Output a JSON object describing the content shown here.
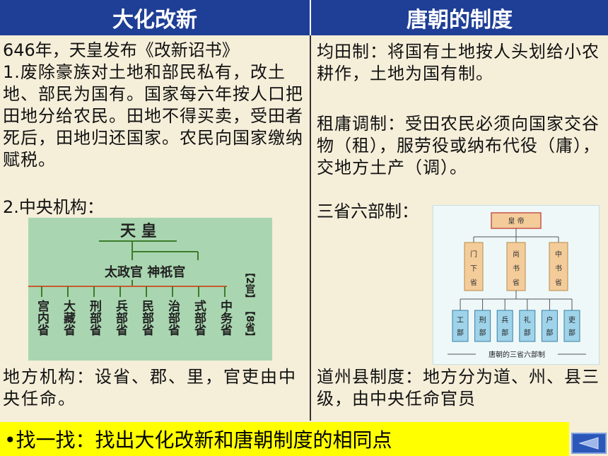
{
  "headers": {
    "left": "大化改新",
    "right": "唐朝的制度"
  },
  "left": {
    "intro": "646年，天皇发布《改新诏书》",
    "item1": "1.废除豪族对土地和部民私有，改土地、部民为国有。国家每六年按人口把田地分给农民。田地不得买卖，受田者死后，田地归还国家。农民向国家缴纳赋税。",
    "item2_title": "2.中央机构：",
    "local": "地方机构：设省、郡、里，官吏由中央任命。",
    "diagram": {
      "top": "天  皇",
      "middle": "太政官  神祇官",
      "side_top": "【2官】",
      "side_bottom": "【8省】",
      "ministries": [
        "宫内省",
        "大藏省",
        "刑部省",
        "兵部省",
        "民部省",
        "治部省",
        "式部省",
        "中务省"
      ]
    }
  },
  "right": {
    "juntian": "均田制：将国有土地按人头划给小农耕作，土地为国有制。",
    "zuyong": "租庸调制：受田农民必须向国家交谷物（租），服劳役或纳布代役（庸），交地方土产（调）。",
    "sansheng": "三省六部制：",
    "daozhou": "道州县制度：地方分为道、州、县三级，由中央任命官员",
    "diagram": {
      "emperor": "皇 帝",
      "provinces": [
        "门下省",
        "尚书省",
        "中书省"
      ],
      "ministries": [
        "工部",
        "刑部",
        "兵部",
        "礼部",
        "户部",
        "吏部"
      ],
      "caption": "唐朝的三省六部制"
    }
  },
  "bottom": {
    "prompt": "•找一找：找出大化改新和唐朝制度的相同点",
    "nav_icon": "left-triangle-icon"
  },
  "colors": {
    "header_bg": "#1f3f96",
    "body_bg": "#f5eed9",
    "highlight": "#ffff00",
    "diagram_green": "#a9d6b0",
    "tang_box": "#f4cc9a",
    "tang_ministry": "#9fd3ea"
  }
}
